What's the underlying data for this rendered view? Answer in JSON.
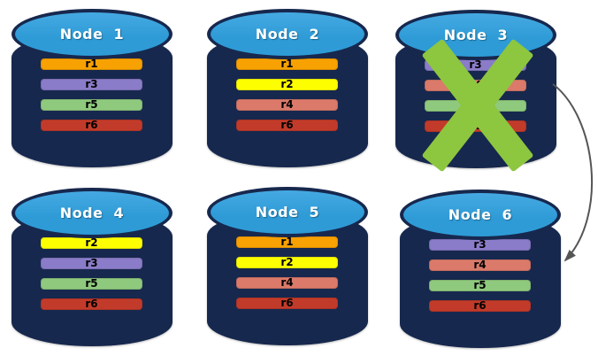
{
  "diagram": {
    "description": "Replica placement across six database nodes; Node 3 has failed and its replicas point to Node 6",
    "background_color": "#FFFFFF",
    "colors": {
      "cylinder_body": "#17284E",
      "cylinder_top": "#2E9BD6",
      "node_title_text": "#FFFFFF",
      "replica_label_text": "#000000",
      "failure_cross": "#8DC63F",
      "arrow": "#555555"
    },
    "nodes": [
      {
        "title": "Node 1",
        "failed": false,
        "replicas": [
          {
            "label": "r1",
            "color": "#F7A102"
          },
          {
            "label": "r3",
            "color": "#8A7CC8"
          },
          {
            "label": "r5",
            "color": "#8FC97E"
          },
          {
            "label": "r6",
            "color": "#C23B2A"
          }
        ]
      },
      {
        "title": "Node 2",
        "failed": false,
        "replicas": [
          {
            "label": "r1",
            "color": "#F7A102"
          },
          {
            "label": "r2",
            "color": "#FDFF00"
          },
          {
            "label": "r4",
            "color": "#DB7A6A"
          },
          {
            "label": "r6",
            "color": "#C23B2A"
          }
        ]
      },
      {
        "title": "Node 3",
        "failed": true,
        "replicas": [
          {
            "label": "r3",
            "color": "#8A7CC8"
          },
          {
            "label": "r4",
            "color": "#DB7A6A"
          },
          {
            "label": "r5",
            "color": "#8FC97E"
          },
          {
            "label": "r6",
            "color": "#C23B2A"
          }
        ]
      },
      {
        "title": "Node 4",
        "failed": false,
        "replicas": [
          {
            "label": "r2",
            "color": "#FDFF00"
          },
          {
            "label": "r3",
            "color": "#8A7CC8"
          },
          {
            "label": "r5",
            "color": "#8FC97E"
          },
          {
            "label": "r6",
            "color": "#C23B2A"
          }
        ]
      },
      {
        "title": "Node 5",
        "failed": false,
        "replicas": [
          {
            "label": "r1",
            "color": "#F7A102"
          },
          {
            "label": "r2",
            "color": "#FDFF00"
          },
          {
            "label": "r4",
            "color": "#DB7A6A"
          },
          {
            "label": "r6",
            "color": "#C23B2A"
          }
        ]
      },
      {
        "title": "Node 6",
        "failed": false,
        "replicas": [
          {
            "label": "r3",
            "color": "#8A7CC8"
          },
          {
            "label": "r4",
            "color": "#DB7A6A"
          },
          {
            "label": "r5",
            "color": "#8FC97E"
          },
          {
            "label": "r6",
            "color": "#C23B2A"
          }
        ]
      }
    ],
    "arrow": {
      "from": "Node 3",
      "to": "Node 6",
      "color": "#555555"
    }
  }
}
